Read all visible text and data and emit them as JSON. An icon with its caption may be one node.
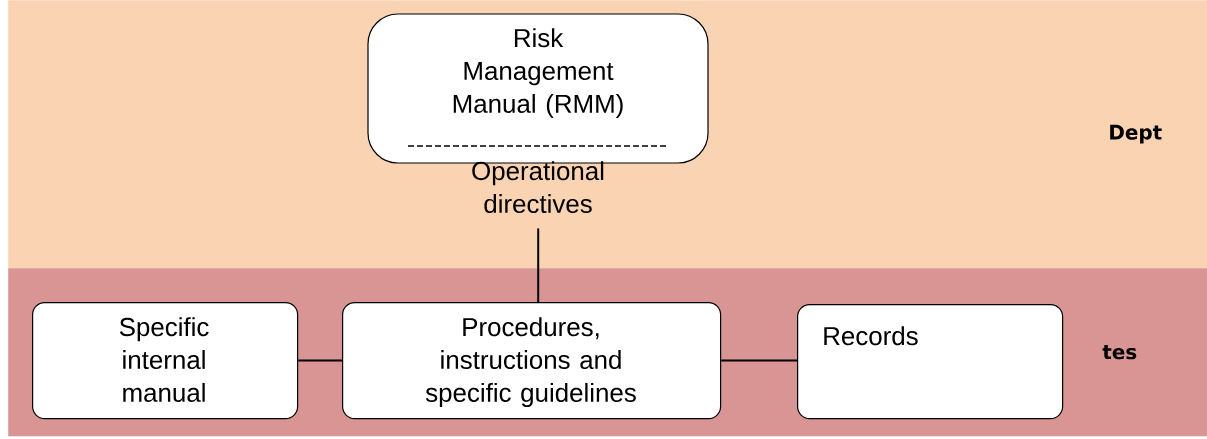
{
  "diagram": {
    "nodes": [
      {
        "text": [
          "Dept"
        ]
      },
      {
        "text": [
          "Risk Management Manual (RMM)",
          "Operational directives"
        ],
        "in": 0
      },
      {
        "text": [
          "tes"
        ]
      },
      {
        "text": [
          "Specific internal manual"
        ],
        "in": 2
      },
      {
        "text": [
          "Procedures, instructions and specific guidelines"
        ],
        "in": 2
      },
      {
        "text": [
          "Records"
        ],
        "in": 2
      }
    ],
    "edges": [
      {
        "from": 1,
        "to": 4,
        "arrow": "none"
      },
      {
        "from": 3,
        "to": 4,
        "arrow": "none"
      },
      {
        "from": 4,
        "to": 5,
        "arrow": "none"
      }
    ]
  }
}
